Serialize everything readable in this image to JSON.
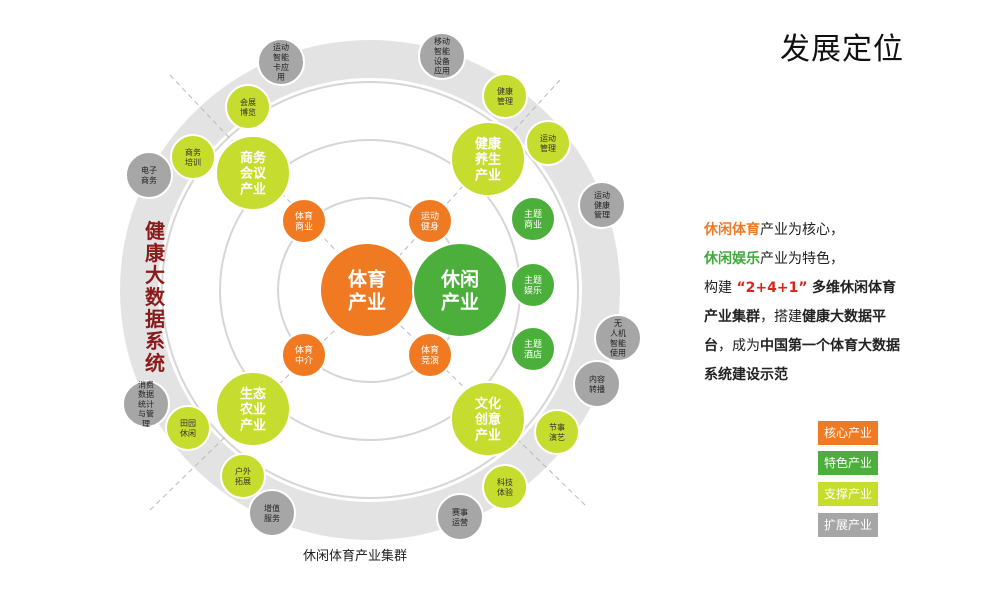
{
  "title": "发展定位",
  "colors": {
    "core": "#f07a22",
    "feature": "#4caf3c",
    "support": "#c6dc2e",
    "expand": "#a6a6a6",
    "accent_red": "#8b1a1a"
  },
  "cluster_label": "休闲体育产业集群",
  "side_label": "健康大数据系统",
  "core_nodes": [
    {
      "id": "sports",
      "label": "体育\n产业",
      "type": "core"
    },
    {
      "id": "leisure",
      "label": "休闲\n产业",
      "type": "feature"
    }
  ],
  "inner_nodes": [
    {
      "label": "体育\n商业",
      "type": "core"
    },
    {
      "label": "运动\n健身",
      "type": "core"
    },
    {
      "label": "体育\n中介",
      "type": "core"
    },
    {
      "label": "体育\n竞演",
      "type": "core"
    },
    {
      "label": "主题\n商业",
      "type": "feature"
    },
    {
      "label": "主题\n娱乐",
      "type": "feature"
    },
    {
      "label": "主题\n酒店",
      "type": "feature"
    }
  ],
  "support_nodes": [
    {
      "label": "商务\n会议\n产业"
    },
    {
      "label": "健康\n养生\n产业"
    },
    {
      "label": "生态\n农业\n产业"
    },
    {
      "label": "文化\n创意\n产业"
    }
  ],
  "support_small": [
    {
      "label": "会展\n博览"
    },
    {
      "label": "商务\n培训"
    },
    {
      "label": "健康\n管理"
    },
    {
      "label": "运动\n管理"
    },
    {
      "label": "田园\n休闲"
    },
    {
      "label": "户外\n拓展"
    },
    {
      "label": "节事\n演艺"
    },
    {
      "label": "科技\n体验"
    }
  ],
  "expand_nodes": [
    {
      "label": "运动\n智能\n卡应\n用"
    },
    {
      "label": "移动\n智能\n设备\n应用"
    },
    {
      "label": "电子\n商务"
    },
    {
      "label": "运动\n健康\n管理"
    },
    {
      "label": "无\n人机\n智能\n使用"
    },
    {
      "label": "内容\n转播"
    },
    {
      "label": "消费\n数据\n统计\n与管\n理"
    },
    {
      "label": "增值\n服务"
    },
    {
      "label": "赛事\n运营"
    }
  ],
  "description": {
    "line1_highlight": "休闲体育",
    "line1_rest": "产业为核心，",
    "line2_highlight": "休闲娱乐",
    "line2_rest": "产业为特色，",
    "line3_prefix": "构建",
    "line3_quote": "“2+4+1”",
    "line3_bold": "多维休闲体育产业集群",
    "line3_mid": "，搭建",
    "line3_bold2": "健康大数据平台",
    "line3_mid2": "，成为",
    "line3_bold3": "中国第一个体育大数据系统建设示范"
  },
  "legend": [
    {
      "label": "核心产业",
      "color": "#f07a22"
    },
    {
      "label": "特色产业",
      "color": "#4caf3c"
    },
    {
      "label": "支撑产业",
      "color": "#c6dc2e"
    },
    {
      "label": "扩展产业",
      "color": "#a6a6a6"
    }
  ]
}
